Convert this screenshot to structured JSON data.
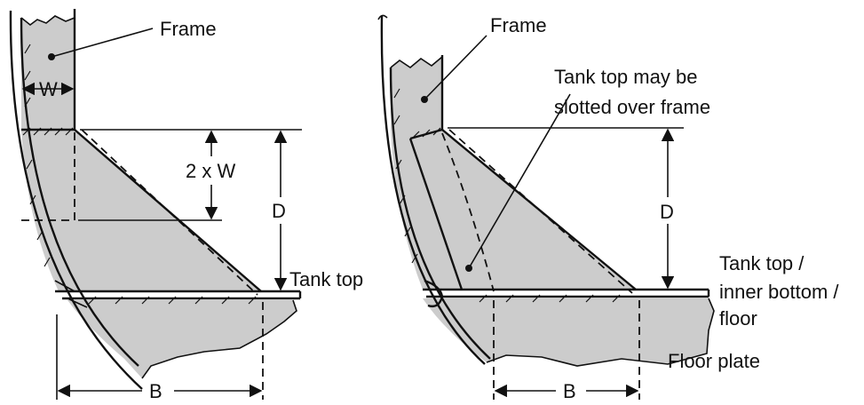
{
  "left_figure": {
    "frame_label": "Frame",
    "width_label": "W",
    "overlap_label": "2 x W",
    "depth_label": "D",
    "tank_top_label": "Tank top",
    "base_label": "B"
  },
  "right_figure": {
    "frame_label": "Frame",
    "slot_note_line1": "Tank top may be",
    "slot_note_line2": "slotted over frame",
    "depth_label": "D",
    "tank_top_line1": "Tank top /",
    "tank_top_line2": "inner bottom /",
    "tank_top_line3": "floor",
    "floor_plate_label": "Floor plate",
    "base_label": "B"
  },
  "colors": {
    "fill": "#cccccc",
    "ink": "#111111"
  }
}
